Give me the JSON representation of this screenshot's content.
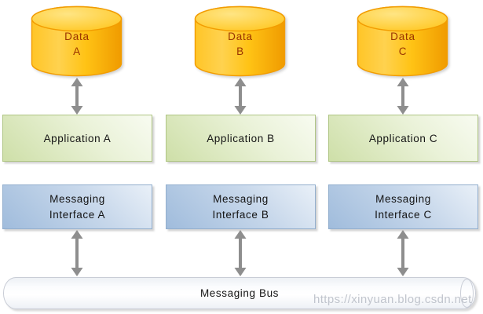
{
  "diagram": {
    "columns": [
      {
        "database": {
          "line1": "Data",
          "line2": "A"
        },
        "application_label": "Application A",
        "interface": {
          "line1": "Messaging",
          "line2": "Interface A"
        }
      },
      {
        "database": {
          "line1": "Data",
          "line2": "B"
        },
        "application_label": "Application B",
        "interface": {
          "line1": "Messaging",
          "line2": "Interface B"
        }
      },
      {
        "database": {
          "line1": "Data",
          "line2": "C"
        },
        "application_label": "Application C",
        "interface": {
          "line1": "Messaging",
          "line2": "Interface C"
        }
      }
    ],
    "bus_label": "Messaging Bus",
    "watermark": "https://xinyuan.blog.csdn.net"
  },
  "colors": {
    "cylinder_fill": "#FFC61E",
    "cylinder_border": "#F29C00",
    "database_text": "#9A3300",
    "application_fill": "#CEDFA8",
    "application_border": "#AFC584",
    "interface_fill": "#A0BCDC",
    "interface_border": "#92AECD",
    "bus_fill": "#F7F8FB",
    "bus_border": "#C9CDD6",
    "arrow_gray": "#8E8E8E",
    "watermark_gray": "#BABFC8"
  }
}
